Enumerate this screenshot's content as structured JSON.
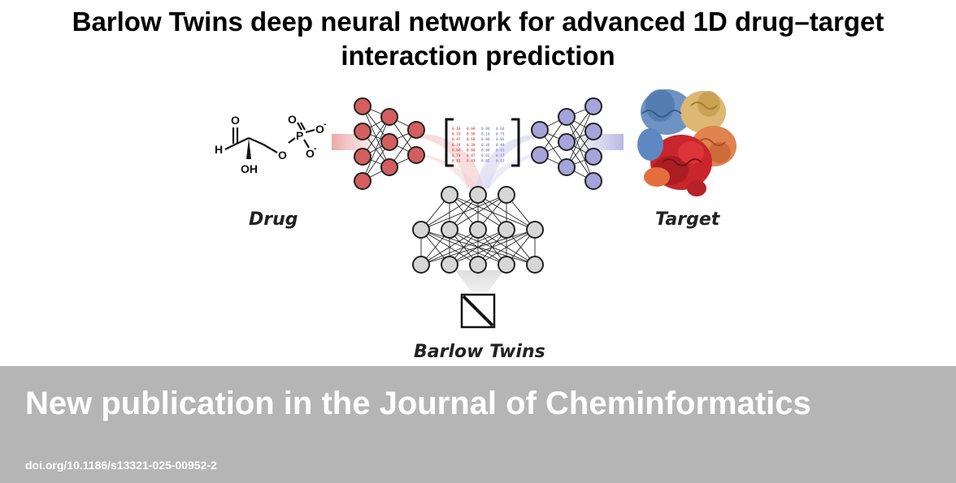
{
  "title": {
    "line1": "Barlow Twins deep neural network for advanced 1D drug–target",
    "line2": "interaction prediction"
  },
  "diagram": {
    "drug_label": "Drug",
    "target_label": "Target",
    "center_label": "Barlow Twins",
    "molecule": {
      "aldehyde_o": "O",
      "aldehyde_h": "H",
      "hydroxyl": "OH",
      "ester_o": "O",
      "phosphorus": "P",
      "phosphate_o_top": "O",
      "phosphate_o_right": "O",
      "phosphate_o_bottom": "O",
      "charge_1": "-",
      "charge_2": "-"
    },
    "matrix_rows": [
      [
        "0.18",
        "0.04",
        "0.98",
        "0.56"
      ],
      [
        "0.33",
        "0.36",
        "0.18",
        "0.75"
      ],
      [
        "0.47",
        "0.50",
        "0.46",
        "0.95"
      ],
      [
        "0.74",
        "0.39",
        "0.38",
        "0.44"
      ],
      [
        "0.04",
        "0.00",
        "0.90",
        "0.01"
      ],
      [
        "0.79",
        "0.87",
        "0.82",
        "0.37"
      ],
      [
        "0.82",
        "0.43",
        "0.02",
        "0.13"
      ]
    ],
    "colors": {
      "drug_node": "#d45e5e",
      "target_node": "#a7a3db",
      "shared_node": "#d6d6d6",
      "drug_values": "#d45e5e",
      "target_values": "#8f8ad0"
    }
  },
  "footer": {
    "headline": "New publication in the Journal of Cheminformatics",
    "doi": "doi.org/10.1186/s13321-025-00952-2",
    "background": "#b5b5b5"
  }
}
